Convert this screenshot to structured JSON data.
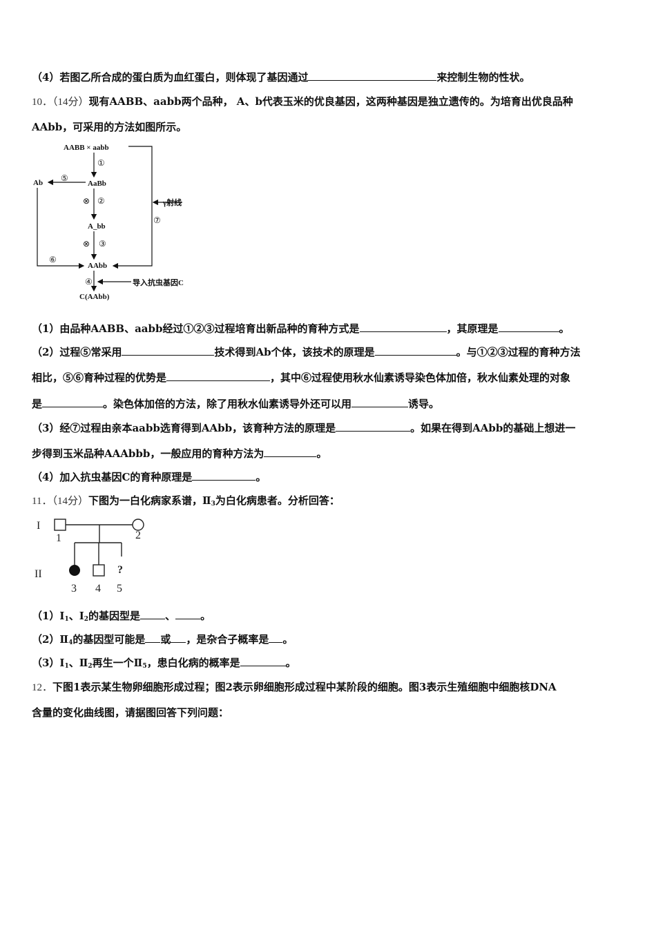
{
  "q9": {
    "p4": {
      "prefix": "（4）若图乙所合成的蛋白质为血红蛋白，则体现了基因通过",
      "suffix": "来控制生物的性状。"
    }
  },
  "q10": {
    "number": "10．",
    "score": "（14分）",
    "intro_line1": "现有AABB、aabb两个品种， A、b代表玉米的优良基因，这两种基因是独立遗传的。为培育出优良品种",
    "intro_line2": "AAbb，可采用的方法如图所示。",
    "diagram": {
      "parents": "AABB × aabb",
      "f1": "AaBb",
      "mid": "A_bb",
      "target": "AAbb",
      "result": "C(AAbb)",
      "haploid": "Ab",
      "ray": "γ射线",
      "import": "导入抗虫基因C",
      "self_symbol": "⊗",
      "step1": "①",
      "step2": "②",
      "step3": "③",
      "step4": "④",
      "step5": "⑤",
      "step6": "⑥",
      "step7": "⑦"
    },
    "p1": {
      "a": "（1）由品种AABB、aabb经过①②③过程培育出新品种的育种方式是",
      "b": "，其原理是",
      "c": "。"
    },
    "p2_line1": {
      "a": "（2）过程⑤常采用",
      "b": "技术得到Ab个体，该技术的原理是",
      "c": "。与①②③过程的育种方法"
    },
    "p2_line2": {
      "a": "相比，⑤⑥育种过程的优势是",
      "b": "，其中⑥过程使用秋水仙素诱导染色体加倍，秋水仙素处理的对象"
    },
    "p2_line3": {
      "a": "是",
      "b": "。染色体加倍的方法，除了用秋水仙素诱导外还可以用",
      "c": "诱导。"
    },
    "p3_line1": {
      "a": "（3）经⑦过程由亲本aabb选育得到AAbb，该育种方法的原理是",
      "b": "。如果在得到AAbb的基础上想进一"
    },
    "p3_line2": {
      "a": "步得到玉米品种AAAbbb，一般应用的育种方法为",
      "b": "。"
    },
    "p4": {
      "a": "（4）加入抗虫基因C的育种原理是",
      "b": "。"
    }
  },
  "q11": {
    "number": "11．",
    "score": "（14分）",
    "intro": {
      "a": "下图为一白化病家系谱，Ⅱ",
      "sub": "3",
      "b": "为白化病患者。分析回答："
    },
    "pedigree": {
      "gen1": "I",
      "gen2": "II",
      "n1": "1",
      "n2": "2",
      "n3": "3",
      "n4": "4",
      "n5": "5",
      "unknown": "?"
    },
    "p1": {
      "a": "（1）Ⅰ",
      "s1": "1",
      "b": "、Ⅰ",
      "s2": "2",
      "c": "的基因型是",
      "d": "、",
      "e": "。"
    },
    "p2": {
      "a": "（2）Ⅱ",
      "s1": "4",
      "b": "的基因型可能是",
      "c": "或",
      "d": "，是杂合子概率是",
      "e": "。"
    },
    "p3": {
      "a": "（3）Ⅰ",
      "s1": "1",
      "b": "、Ⅱ",
      "s2": "2",
      "c": "再生一个Ⅱ",
      "s3": "5",
      "d": "，患白化病的概率是",
      "e": "。"
    }
  },
  "q12": {
    "number": "12．",
    "line1": "下图1表示某生物卵细胞形成过程；图2表示卵细胞形成过程中某阶段的细胞。图3表示生殖细胞中细胞核DNA",
    "line2": "含量的变化曲线图，请据图回答下列问题："
  }
}
